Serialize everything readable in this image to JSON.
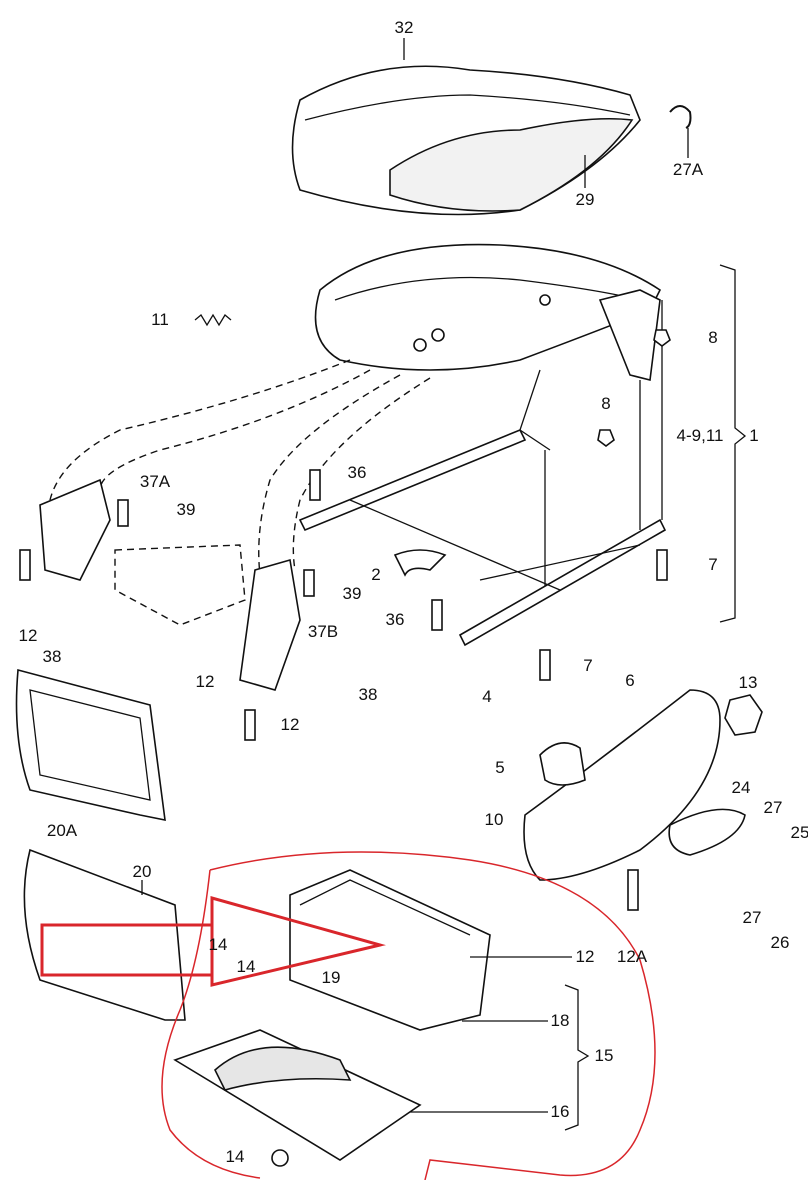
{
  "diagram": {
    "title": "Seat frame and storage drawer exploded parts view",
    "highlight_color": "#d9262b",
    "callouts": [
      {
        "id": "c32",
        "text": "32"
      },
      {
        "id": "c27a",
        "text": "27A"
      },
      {
        "id": "c29",
        "text": "29"
      },
      {
        "id": "c11",
        "text": "11"
      },
      {
        "id": "c8a",
        "text": "8"
      },
      {
        "id": "c8b",
        "text": "8"
      },
      {
        "id": "c4911",
        "text": "4-9,11"
      },
      {
        "id": "c1",
        "text": "1"
      },
      {
        "id": "c36a",
        "text": "36"
      },
      {
        "id": "c37a",
        "text": "37A"
      },
      {
        "id": "c39a",
        "text": "39"
      },
      {
        "id": "c2",
        "text": "2"
      },
      {
        "id": "c7a",
        "text": "7"
      },
      {
        "id": "c39b",
        "text": "39"
      },
      {
        "id": "c36b",
        "text": "36"
      },
      {
        "id": "c37b",
        "text": "37B"
      },
      {
        "id": "c12a",
        "text": "12"
      },
      {
        "id": "c38a",
        "text": "38"
      },
      {
        "id": "c12b",
        "text": "12"
      },
      {
        "id": "c38b",
        "text": "38"
      },
      {
        "id": "c4",
        "text": "4"
      },
      {
        "id": "c7b",
        "text": "7"
      },
      {
        "id": "c6",
        "text": "6"
      },
      {
        "id": "c13",
        "text": "13"
      },
      {
        "id": "c12c",
        "text": "12"
      },
      {
        "id": "c5",
        "text": "5"
      },
      {
        "id": "c24",
        "text": "24"
      },
      {
        "id": "c27b",
        "text": "27"
      },
      {
        "id": "c25",
        "text": "25"
      },
      {
        "id": "c10",
        "text": "10"
      },
      {
        "id": "c20a",
        "text": "20A"
      },
      {
        "id": "c20",
        "text": "20"
      },
      {
        "id": "c14a",
        "text": "14"
      },
      {
        "id": "c14b",
        "text": "14"
      },
      {
        "id": "c19",
        "text": "19"
      },
      {
        "id": "c12d",
        "text": "12"
      },
      {
        "id": "c12A",
        "text": "12A"
      },
      {
        "id": "c27c",
        "text": "27"
      },
      {
        "id": "c26",
        "text": "26"
      },
      {
        "id": "c18",
        "text": "18"
      },
      {
        "id": "c15",
        "text": "15"
      },
      {
        "id": "c16",
        "text": "16"
      },
      {
        "id": "c14c",
        "text": "14"
      }
    ]
  }
}
